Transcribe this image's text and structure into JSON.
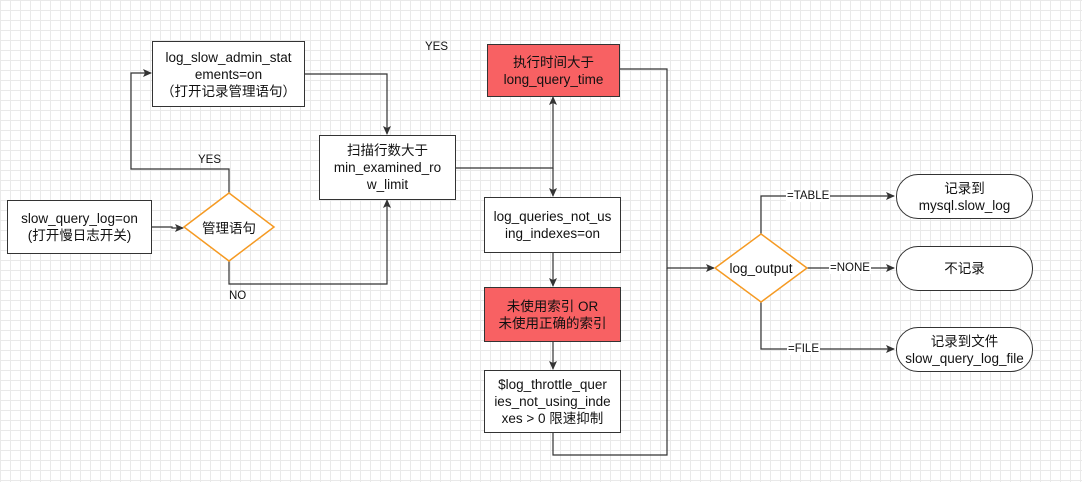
{
  "nodes": {
    "slow_query_log": {
      "line1": "slow_query_log=on",
      "line2": "(打开慢日志开关)"
    },
    "admin_check": {
      "label": "管理语句"
    },
    "log_slow_admin": {
      "line1": "log_slow_admin_stat",
      "line2": "ements=on",
      "line3": "（打开记录管理语句）"
    },
    "scan_rows": {
      "line1": "扫描行数大于",
      "line2": "min_examined_ro",
      "line3": "w_limit"
    },
    "exec_time": {
      "line1": "执行时间大于",
      "line2": "long_query_time"
    },
    "log_queries_not_using": {
      "line1": "log_queries_not_us",
      "line2": "ing_indexes=on"
    },
    "no_index": {
      "line1": "未使用索引 OR",
      "line2": "未使用正确的索引"
    },
    "throttle": {
      "line1": "$log_throttle_quer",
      "line2": "ies_not_using_inde",
      "line3": "xes > 0 限速抑制"
    },
    "log_output": {
      "label": "log_output"
    },
    "to_table": {
      "line1": "记录到",
      "line2": "mysql.slow_log"
    },
    "no_record": {
      "label": "不记录"
    },
    "to_file": {
      "line1": "记录到文件",
      "line2": "slow_query_log_file"
    }
  },
  "edge_labels": {
    "yes_top": "YES",
    "yes_admin": "YES",
    "no_admin": "NO",
    "table": "=TABLE",
    "none": "=NONE",
    "file": "=FILE"
  },
  "colors": {
    "line": "#333333",
    "diamond_border": "#f59a23",
    "highlight_fill": "#f86163",
    "grid": "#e9e9e9"
  }
}
